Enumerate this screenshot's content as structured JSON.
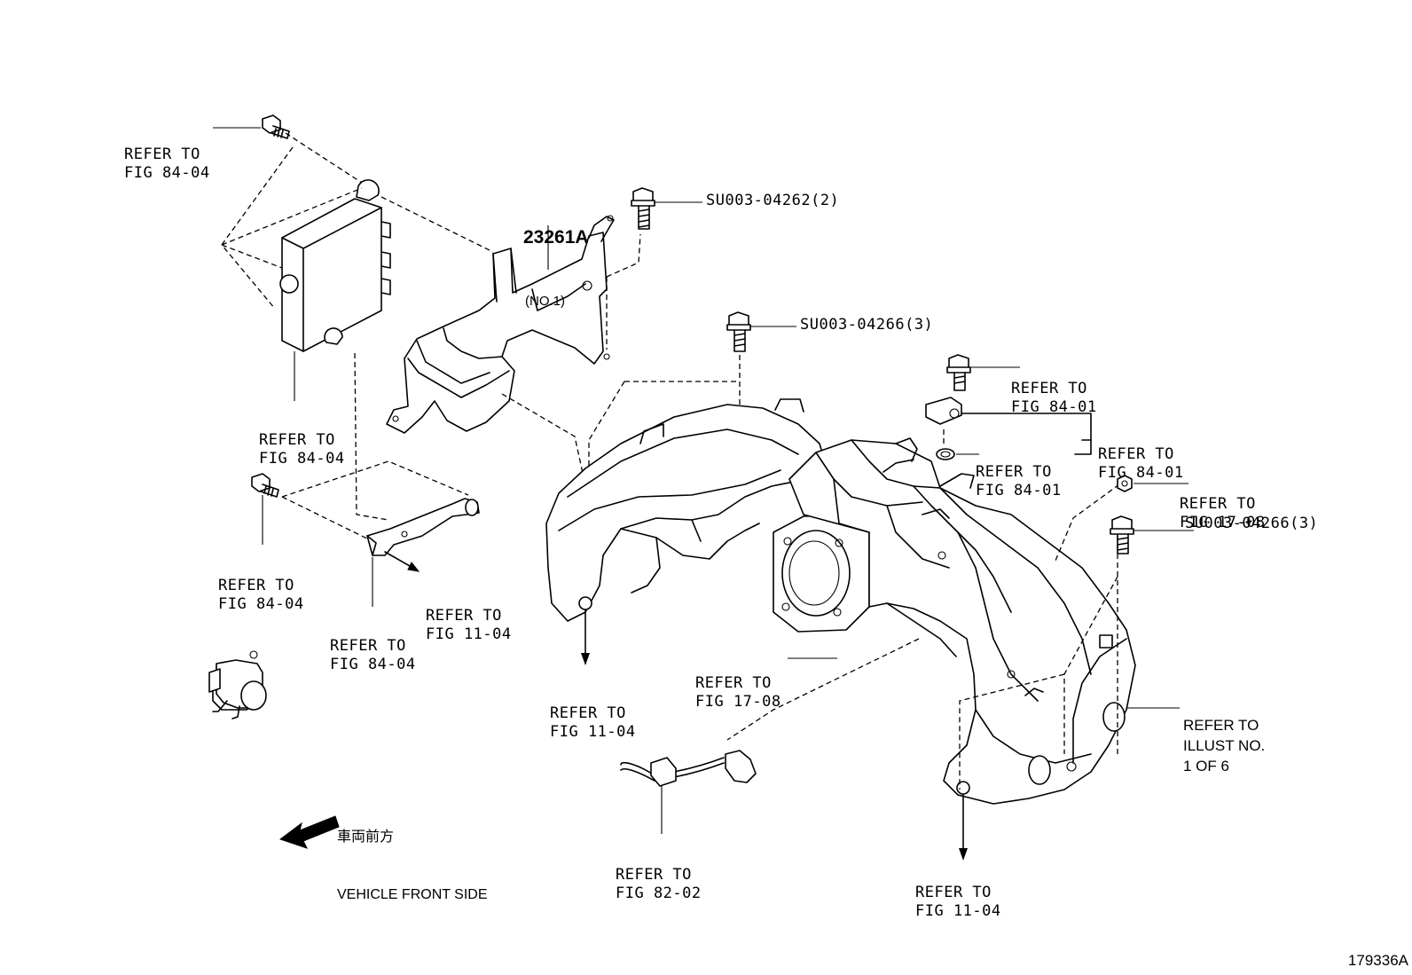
{
  "labels": {
    "refer_84_04_top": [
      "REFER TO",
      "FIG 84-04"
    ],
    "refer_84_04_ecu": [
      "REFER TO",
      "FIG 84-04"
    ],
    "refer_84_04_left": [
      "REFER TO",
      "FIG 84-04"
    ],
    "refer_84_04_stay": [
      "REFER TO",
      "FIG 84-04"
    ],
    "refer_11_04_stay": [
      "REFER TO",
      "FIG 11-04"
    ],
    "refer_11_04_manifold_left": [
      "REFER TO",
      "FIG 11-04"
    ],
    "refer_11_04_manifold_bottom": [
      "REFER TO",
      "FIG 11-04"
    ],
    "refer_84_01_bolt": [
      "REFER TO",
      "FIG 84-01"
    ],
    "refer_84_01_bracket": [
      "REFER TO",
      "FIG 84-01"
    ],
    "refer_84_01_oring": [
      "REFER TO",
      "FIG 84-01"
    ],
    "refer_17_08_nut": [
      "REFER TO",
      "FIG 17-08"
    ],
    "refer_17_08_valve": [
      "REFER TO",
      "FIG 17-08"
    ],
    "refer_82_02": [
      "REFER TO",
      "FIG 82-02"
    ],
    "refer_illust": [
      "REFER TO",
      "ILLUST NO.",
      "1 OF 6"
    ],
    "bolt_04262": "SU003-04262(2)",
    "bolt_04266_top": "SU003-04266(3)",
    "bolt_04266_right": "SU003-04266(3)",
    "part_23261a": "23261A",
    "part_23261a_sub": "(NO.1)",
    "front_side_jp": "車両前方",
    "front_side_en": "VEHICLE FRONT SIDE",
    "illustration_id": "179336A"
  }
}
